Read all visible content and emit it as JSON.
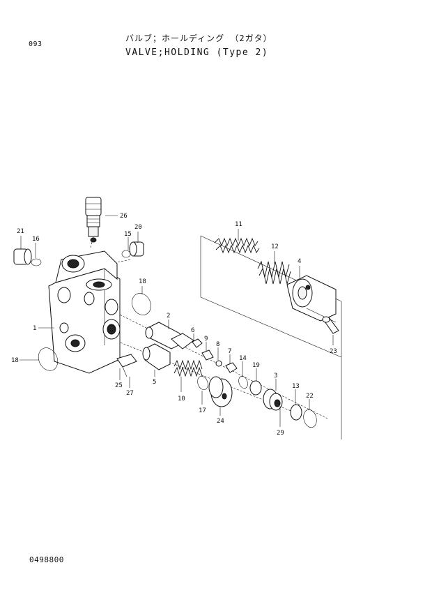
{
  "header": {
    "page_code": "093",
    "title_jp": "バルブ；ホールディング （2ガタ）",
    "title_en": "VALVE;HOLDING (Type 2)"
  },
  "footer": {
    "doc_number": "0498800"
  },
  "callouts": [
    "1",
    "2",
    "3",
    "4",
    "5",
    "6",
    "7",
    "8",
    "9",
    "10",
    "11",
    "12",
    "13",
    "14",
    "15",
    "16",
    "17",
    "18",
    "18",
    "19",
    "20",
    "21",
    "22",
    "23",
    "24",
    "25",
    "26",
    "27",
    "29"
  ]
}
